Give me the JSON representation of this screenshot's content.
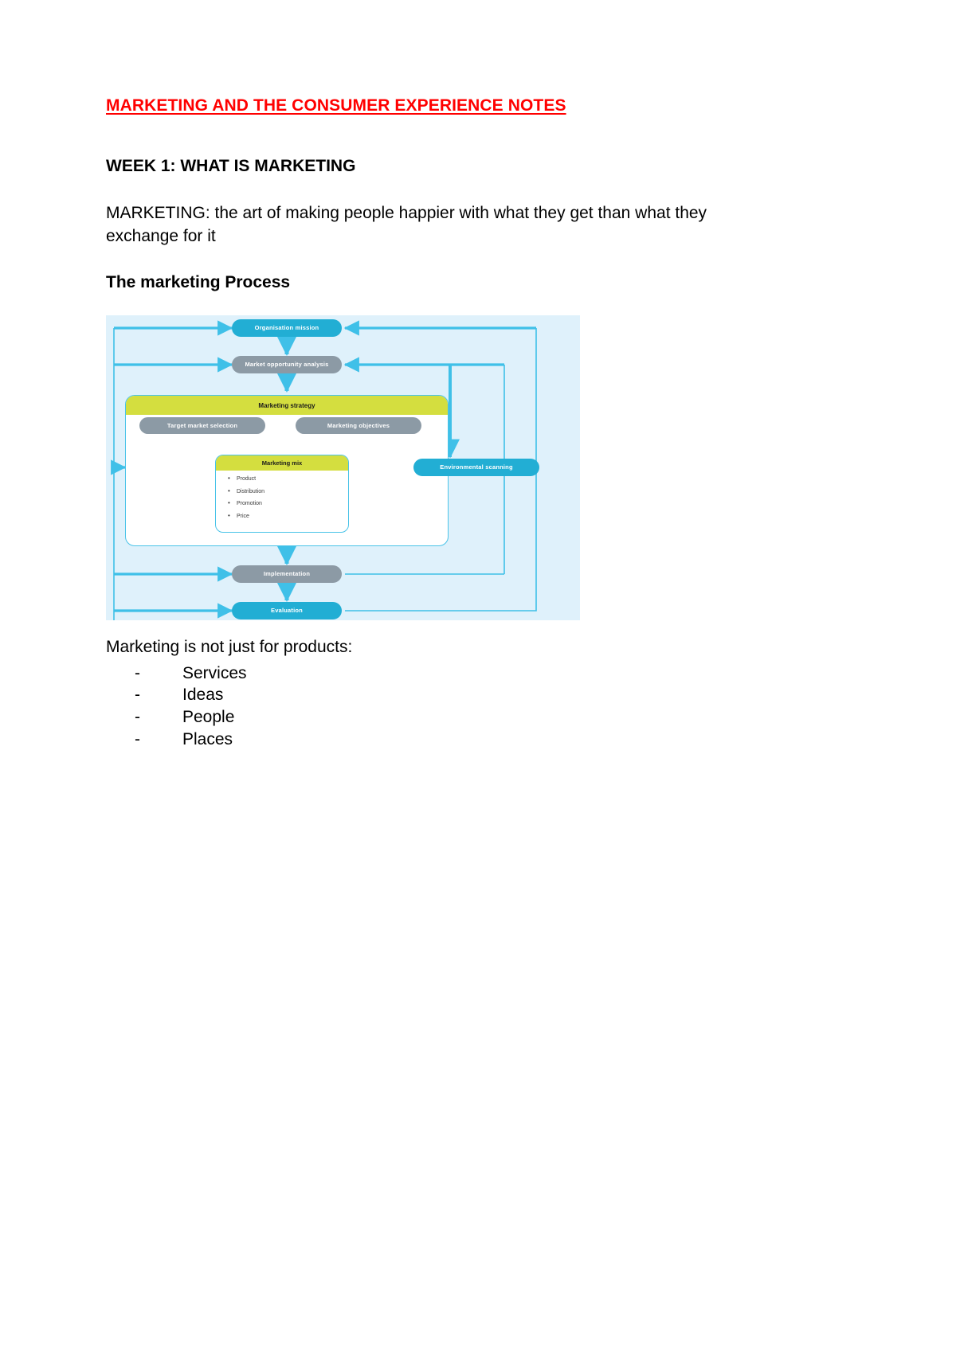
{
  "document": {
    "title": "MARKETING AND THE CONSUMER EXPERIENCE NOTES ",
    "week_heading": "WEEK 1: WHAT IS MARKETING",
    "definition": "MARKETING: the art of making people happier with what they get than what they exchange for it",
    "process_heading": "The marketing Process",
    "not_just_products_intro": "Marketing is not just for products:",
    "not_just_products_items": [
      {
        "dash": "-",
        "label": "Services"
      },
      {
        "dash": "-",
        "label": "Ideas"
      },
      {
        "dash": "-",
        "label": "People"
      },
      {
        "dash": "-",
        "label": "Places"
      }
    ]
  },
  "diagram": {
    "nodes": {
      "organisation_mission": "Organisation mission",
      "market_opportunity_analysis": "Market opportunity analysis",
      "marketing_strategy": "Marketing strategy",
      "target_market_selection": "Target market selection",
      "marketing_objectives": "Marketing objectives",
      "marketing_mix": "Marketing mix",
      "environmental_scanning": "Environmental scanning",
      "implementation": "Implementation",
      "evaluation": "Evaluation"
    },
    "marketing_mix_items": [
      "Product",
      "Distribution",
      "Promotion",
      "Price"
    ],
    "colors": {
      "background": "#dff1fb",
      "blue_node": "#22aed4",
      "gray_node": "#8c9aa5",
      "yellow_header": "#d4de3f",
      "arrow": "#3fc0e8",
      "title_red": "#ff0000"
    }
  }
}
